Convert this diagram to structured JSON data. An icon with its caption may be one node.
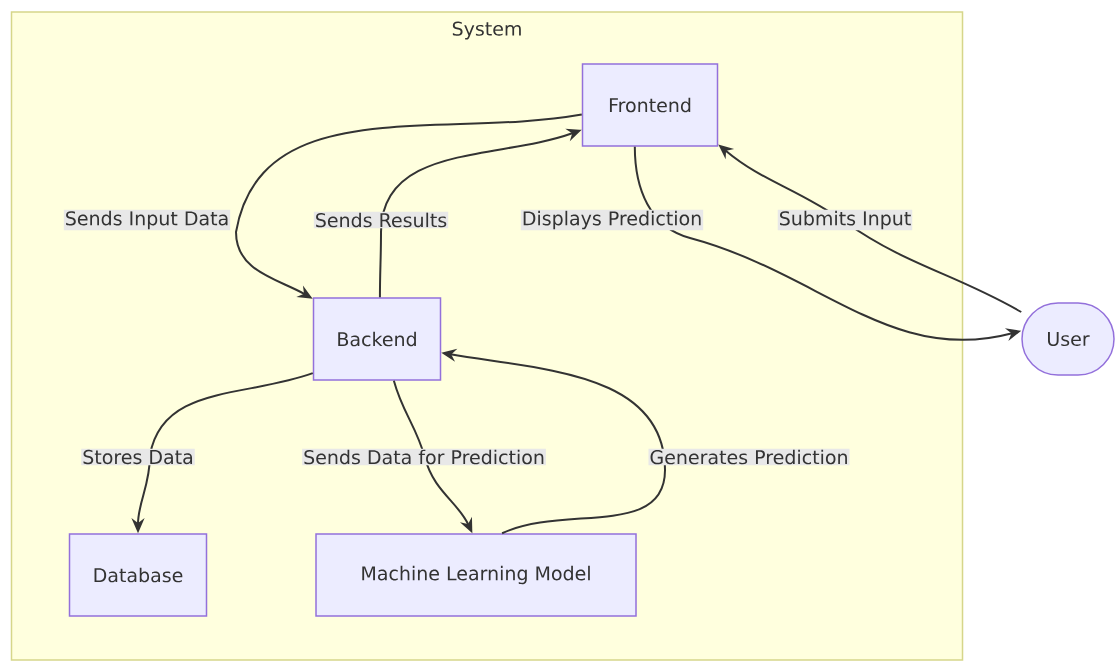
{
  "diagram": {
    "nodes": [
      {
        "text": [
          "System"
        ]
      },
      {
        "text": [
          "Frontend"
        ],
        "in": 0
      },
      {
        "text": [
          "Backend"
        ],
        "in": 0
      },
      {
        "text": [
          "Database"
        ],
        "in": 0
      },
      {
        "text": [
          "Machine Learning Model"
        ],
        "in": 0
      },
      {
        "text": [
          "User"
        ]
      }
    ],
    "edges": [
      {
        "from": 1,
        "to": 2,
        "arrow": "to",
        "label": "Sends Input Data"
      },
      {
        "from": 2,
        "to": 1,
        "arrow": "to",
        "label": "Sends Results"
      },
      {
        "from": 1,
        "to": 5,
        "arrow": "to",
        "label": "Displays Prediction"
      },
      {
        "from": 5,
        "to": 1,
        "arrow": "to",
        "label": "Submits Input"
      },
      {
        "from": 2,
        "to": 3,
        "arrow": "to",
        "label": "Stores Data"
      },
      {
        "from": 2,
        "to": 4,
        "arrow": "to",
        "label": "Sends Data for Prediction"
      },
      {
        "from": 4,
        "to": 2,
        "arrow": "to",
        "label": "Generates Prediction"
      }
    ]
  }
}
